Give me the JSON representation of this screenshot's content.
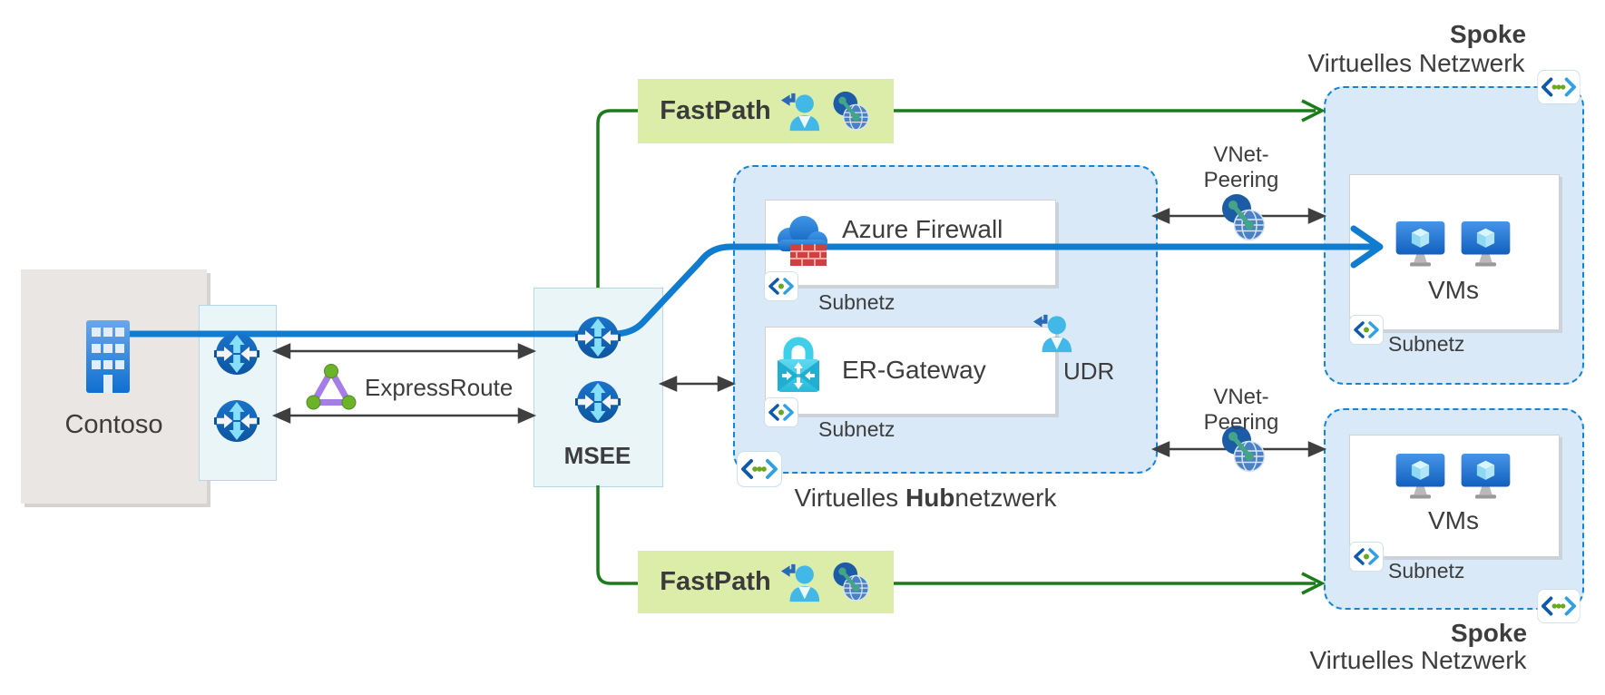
{
  "colors": {
    "route_blue": "#0f7cd0",
    "fastpath_green": "#1a7c1a",
    "arrow_black": "#3f3f3f",
    "vnet_fill": "#d9e9f7",
    "vnet_border": "#1583d6",
    "fastpath_fill": "#dcedaa",
    "onprem_gray": "#e9e6e3",
    "edge_box_fill": "#eaf5f8",
    "text": "#3d3d3d"
  },
  "nodes": {
    "contoso": {
      "label": "Contoso"
    },
    "expressroute": {
      "label": "ExpressRoute"
    },
    "msee": {
      "label": "MSEE"
    },
    "fastpath_top": {
      "label": "FastPath"
    },
    "fastpath_bottom": {
      "label": "FastPath"
    },
    "hub": {
      "firewall_label": "Azure Firewall",
      "firewall_subnet_label": "Subnetz",
      "gateway_label": "ER-Gateway",
      "gateway_subnet_label": "Subnetz",
      "udr_label": "UDR",
      "title_normal1": "Virtuelles ",
      "title_bold": "Hub",
      "title_normal2": "netzwerk"
    },
    "peering_top": {
      "line1": "VNet-",
      "line2": "Peering"
    },
    "peering_bottom": {
      "line1": "VNet-",
      "line2": "Peering"
    },
    "spoke_top": {
      "title": "Spoke",
      "subtitle": "Virtuelles Netzwerk",
      "vms_label": "VMs",
      "subnet_label": "Subnetz"
    },
    "spoke_bottom": {
      "title": "Spoke",
      "subtitle": "Virtuelles Netzwerk",
      "vms_label": "VMs",
      "subnet_label": "Subnetz"
    }
  }
}
